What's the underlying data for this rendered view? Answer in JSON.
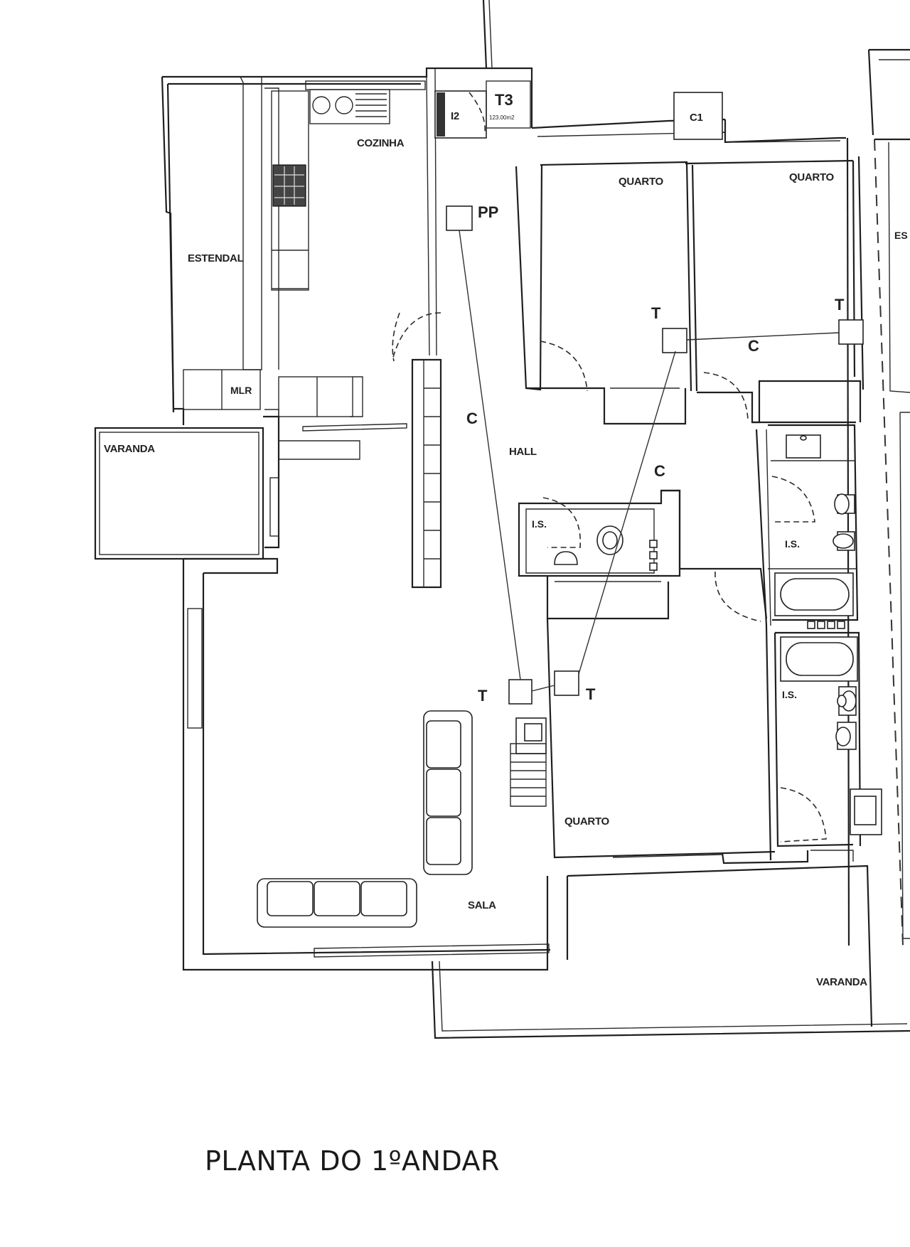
{
  "title": "PLANTA DO 1ºANDAR",
  "rooms": {
    "cozinha": "COZINHA",
    "estendal": "ESTENDAL",
    "mlr": "MLR",
    "varanda_left": "VARANDA",
    "hall": "HALL",
    "quarto_top_left": "QUARTO",
    "quarto_top_right": "QUARTO",
    "quarto_bottom": "QUARTO",
    "sala": "SALA",
    "varanda_bottom": "VARANDA",
    "is_small": "I.S.",
    "is_right_top": "I.S.",
    "is_right_bottom": "I.S.",
    "est_cut": "ES"
  },
  "symbols": {
    "i2": "I2",
    "t3": "T3",
    "t3_area": "123.00m2",
    "c1": "C1",
    "pp": "PP",
    "c_hall": "C",
    "c_mid": "C",
    "c_quartos": "C",
    "t_top_left": "T",
    "t_top_right": "T",
    "t_sala": "T",
    "t_quarto": "T"
  }
}
